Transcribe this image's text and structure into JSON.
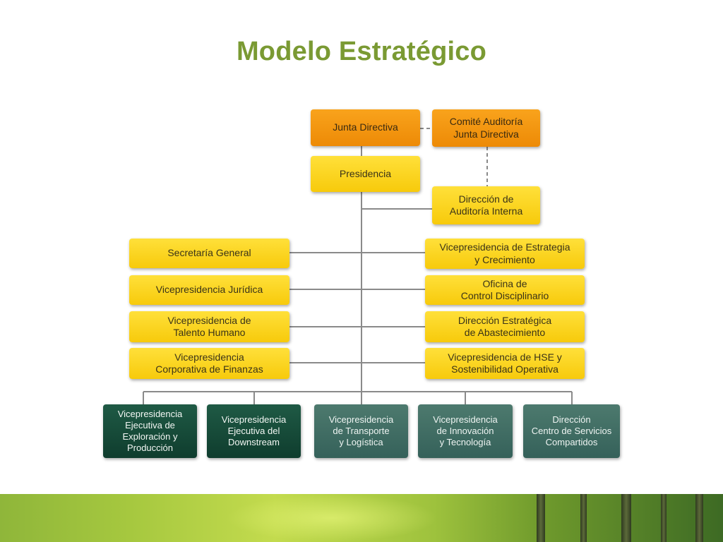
{
  "slide": {
    "title": "Modelo Estratégico"
  },
  "colors": {
    "title": "#7a9a33",
    "orange_box": "#f39a12",
    "yellow_box": "#fad51e",
    "dark_green_box": "#154a39",
    "medium_green_box": "#3f6d64",
    "connector": "#8a8a8a"
  },
  "orgchart": {
    "governance": [
      {
        "label": "Junta Directiva",
        "style": "orange"
      },
      {
        "label": "Comité Auditoría\nJunta Directiva",
        "style": "orange"
      }
    ],
    "presidency": {
      "label": "Presidencia",
      "style": "yellow"
    },
    "audit": {
      "label": "Dirección de\nAuditoría Interna",
      "style": "yellow"
    },
    "left_units": [
      {
        "label": "Secretaría General"
      },
      {
        "label": "Vicepresidencia Jurídica"
      },
      {
        "label": "Vicepresidencia de\nTalento Humano"
      },
      {
        "label": "Vicepresidencia\nCorporativa de Finanzas"
      }
    ],
    "right_units": [
      {
        "label": "Vicepresidencia de Estrategia\ny Crecimiento"
      },
      {
        "label": "Oficina de\nControl Disciplinario"
      },
      {
        "label": "Dirección Estratégica\nde Abastecimiento"
      },
      {
        "label": "Vicepresidencia de HSE y\nSostenibilidad Operativa"
      }
    ],
    "business_units": [
      {
        "label": "Vicepresidencia\nEjecutiva de\nExploración y\nProducción",
        "style": "dkgreen"
      },
      {
        "label": "Vicepresidencia\nEjecutiva del\nDownstream",
        "style": "dkgreen"
      },
      {
        "label": "Vicepresidencia\nde Transporte\ny Logística",
        "style": "mdgreen"
      },
      {
        "label": "Vicepresidencia\nde Innovación\ny Tecnología",
        "style": "mdgreen"
      },
      {
        "label": "Dirección\nCentro de Servicios\nCompartidos",
        "style": "mdgreen"
      }
    ]
  }
}
